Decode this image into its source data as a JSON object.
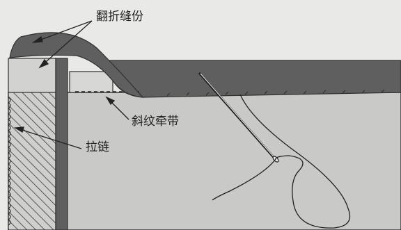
{
  "labels": {
    "seam_allowance": "翻折缝份",
    "bias_tape": "斜纹牵带",
    "zipper": "拉链"
  },
  "colors": {
    "background": "#e9e9e7",
    "fabric_light": "#c9c9c7",
    "fabric_dark": "#5f5f5f",
    "outline": "#2f2f2f",
    "thread": "#1f1f1f"
  }
}
